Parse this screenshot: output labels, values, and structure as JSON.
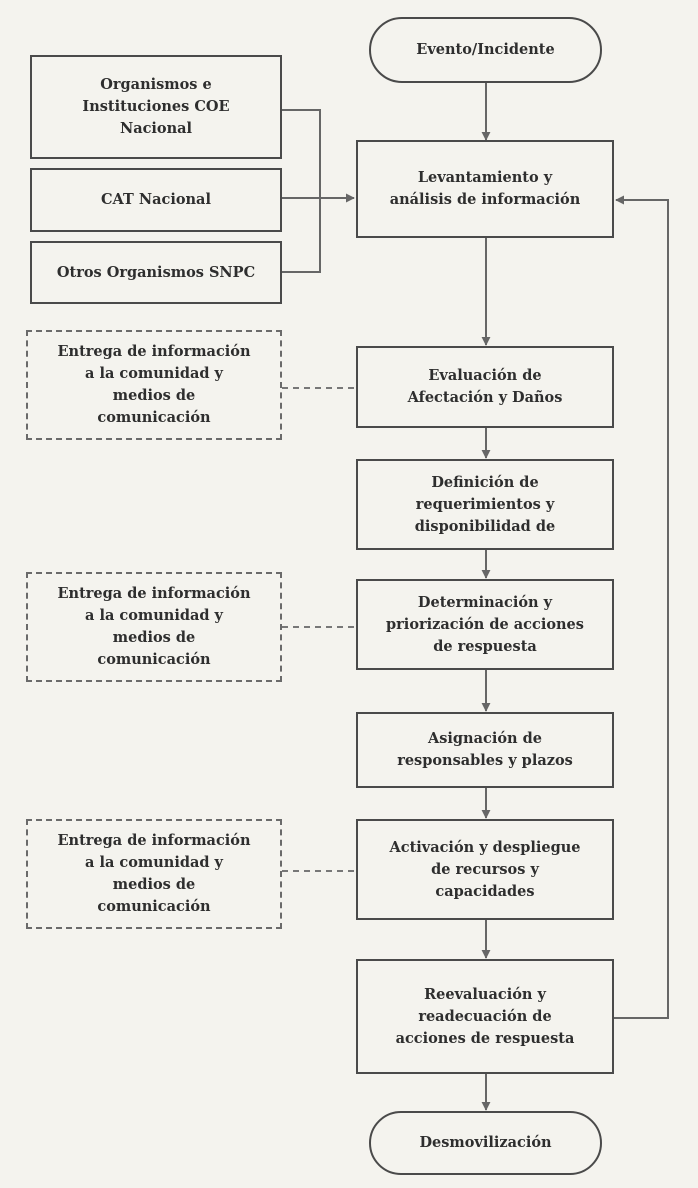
{
  "nodes": {
    "start": "Evento/Incidente",
    "src1": "Organismos e\nInstituciones COE\nNacional",
    "src2": "CAT Nacional",
    "src3": "Otros Organismos SNPC",
    "s1": "Levantamiento y\nanálisis de información",
    "s2": "Evaluación de\nAfectación y Daños",
    "s3": "Definición de\nrequerimientos y\ndisponibilidad de",
    "s4": "Determinación  y\npriorización de acciones\nde respuesta",
    "s5": "Asignación de\nresponsables y plazos",
    "s6": "Activación y despliegue\nde recursos y\ncapacidades",
    "s7": "Reevaluación y\nreadecuación de\nacciones de respuesta",
    "end": "Desmovilización",
    "info1": "Entrega de información\na la comunidad y\nmedios de\ncomunicación",
    "info2": "Entrega de información\na la comunidad y\nmedios de\ncomunicación",
    "info3": "Entrega de información\na la comunidad y\nmedios de\ncomunicación"
  }
}
